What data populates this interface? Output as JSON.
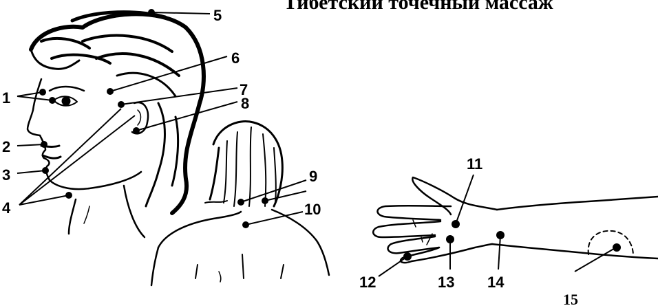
{
  "title": "Тибетский точечный массаж",
  "labels": {
    "n1": "1",
    "n2": "2",
    "n3": "3",
    "n4": "4",
    "n5": "5",
    "n6": "6",
    "n7": "7",
    "n8": "8",
    "n9": "9",
    "n10": "10",
    "n11": "11",
    "n12": "12",
    "n13": "13",
    "n14": "14",
    "n15": "15"
  }
}
